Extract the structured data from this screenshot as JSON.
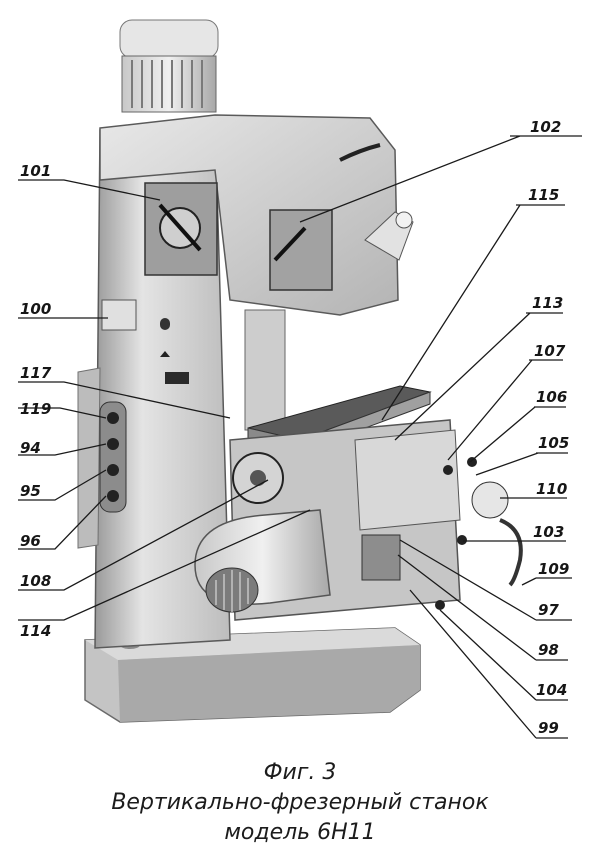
{
  "caption": {
    "figure": "Фиг. 3",
    "title": "Вертикально-фрезерный станок",
    "model": "модель 6Н11"
  },
  "callouts": [
    "101",
    "102",
    "115",
    "100",
    "113",
    "107",
    "117",
    "106",
    "119",
    "105",
    "94",
    "110",
    "95",
    "96",
    "103",
    "108",
    "109",
    "114",
    "97",
    "98",
    "104",
    "99"
  ],
  "colors": {
    "ink": "#161616",
    "machine_light": "#d9d9d9",
    "machine_mid": "#b8b8b8",
    "machine_dark": "#5a5a5a"
  }
}
